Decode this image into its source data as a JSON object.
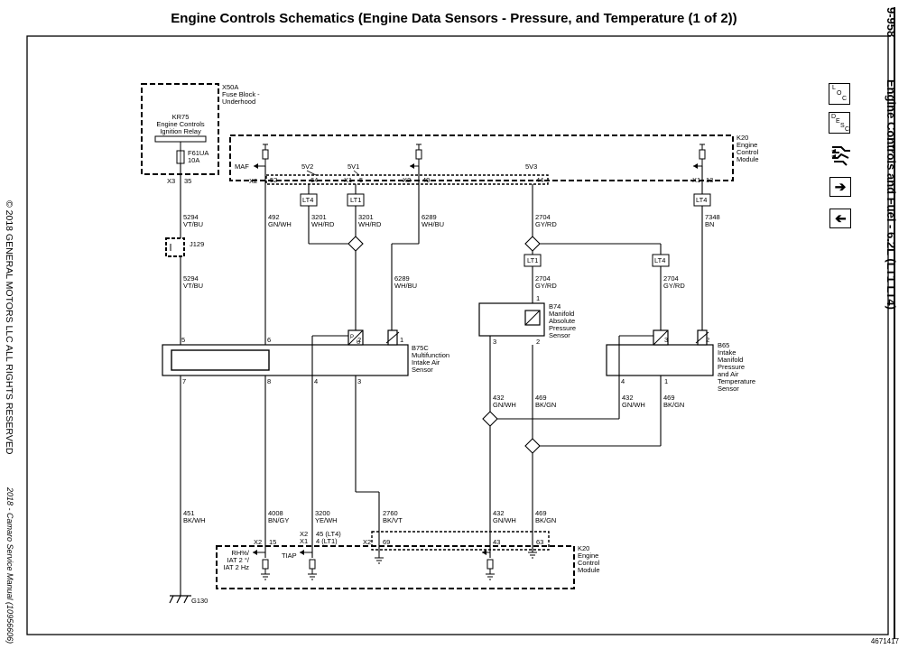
{
  "title": "Engine Controls Schematics (Engine Data Sensors - Pressure, and Temperature (1 of 2))",
  "page_number": "9-958",
  "section_title": "Engine Controls and Fuel - 6.2L (LT1 LT4)",
  "copyright": "© 2018   GENERAL MOTORS LLC ALL RIGHTS RESERVED",
  "manual_ref": "2018 - Camaro Service Manual (10956606)",
  "figure_number": "4671417",
  "nav": {
    "loc": [
      "L",
      "O",
      "C"
    ],
    "desc": [
      "D",
      "E",
      "S",
      "C"
    ],
    "forward_icon": "arrow-right-icon",
    "back_icon": "arrow-left-icon",
    "connector_icon": "connector-hand-icon"
  },
  "components": {
    "x50a": [
      "X50A",
      "Fuse Block -",
      "Underhood"
    ],
    "kr75": [
      "KR75",
      "Engine Controls",
      "Ignition Relay"
    ],
    "fuse": [
      "F61UA",
      "10A"
    ],
    "k20": [
      "K20",
      "Engine",
      "Control",
      "Module"
    ],
    "b75c": [
      "B75C",
      "Multifunction",
      "Intake Air",
      "Sensor"
    ],
    "b74": [
      "B74",
      "Manifold",
      "Absolute",
      "Pressure",
      "Sensor"
    ],
    "b65": [
      "B65",
      "Intake",
      "Manifold",
      "Pressure",
      "and Air",
      "Temperature",
      "Sensor"
    ],
    "j129": "J129",
    "g130": "G130"
  },
  "connectors": {
    "x3": "X3",
    "x3_pin": "35",
    "x2": "X2",
    "x1": "X1",
    "pin_52": "52",
    "pin_64": "64",
    "pin_5": "5",
    "pin_49": "49",
    "pin_44": "44",
    "pin_13": "13",
    "bus_5v2": "5V2",
    "bus_5v1": "5V1",
    "bus_5v3": "5V3",
    "maf": "MAF",
    "lt4": "LT4",
    "lt1": "LT1",
    "bottom_x2": "X2",
    "bottom_pin_15": "15",
    "bottom_x2b": "X2",
    "bottom_x1": "X1",
    "bottom_pin_45": "45 (LT4)",
    "bottom_pin_4": "4 (LT1)",
    "bottom_x2c": "X2",
    "bottom_pin_69": "69",
    "bottom_pin_43": "43",
    "bottom_pin_63": "63",
    "rh_iat": [
      "RH%/",
      "IAT 2 °/",
      "IAT 2 Hz"
    ],
    "tiap": "TIAP"
  },
  "wires": {
    "w5294a": [
      "5294",
      "VT/BU"
    ],
    "w5294b": [
      "5294",
      "VT/BU"
    ],
    "w492": [
      "492",
      "GN/WH"
    ],
    "w3201a": [
      "3201",
      "WH/RD"
    ],
    "w3201b": [
      "3201",
      "WH/RD"
    ],
    "w6289a": [
      "6289",
      "WH/BU"
    ],
    "w6289b": [
      "6289",
      "WH/BU"
    ],
    "w2704a": [
      "2704",
      "GY/RD"
    ],
    "w2704b": [
      "2704",
      "GY/RD"
    ],
    "w2704c": [
      "2704",
      "GY/RD"
    ],
    "w7348": [
      "7348",
      "BN"
    ],
    "w432a": [
      "432",
      "GN/WH"
    ],
    "w469a": [
      "469",
      "BK/GN"
    ],
    "w432b": [
      "432",
      "GN/WH"
    ],
    "w469b": [
      "469",
      "BK/GN"
    ],
    "w451": [
      "451",
      "BK/WH"
    ],
    "w4008": [
      "4008",
      "BN/GY"
    ],
    "w3200": [
      "3200",
      "YE/WH"
    ],
    "w2760": [
      "2760",
      "BK/VT"
    ],
    "w432c": [
      "432",
      "GN/WH"
    ],
    "w469c": [
      "469",
      "BK/GN"
    ]
  },
  "pins": {
    "b75c": [
      "5",
      "6",
      "2",
      "1",
      "7",
      "8",
      "4",
      "3"
    ],
    "b74": [
      "1",
      "3",
      "2"
    ],
    "b65": [
      "3",
      "2",
      "4",
      "1"
    ]
  }
}
